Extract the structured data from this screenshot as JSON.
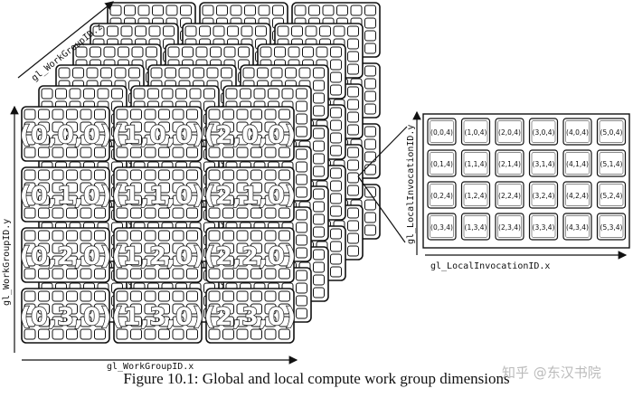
{
  "axes": {
    "workgroup_z": "gl_WorkGroupID.z",
    "workgroup_y": "gl_WorkGroupID.y",
    "workgroup_x": "gl_WorkGroupID.x",
    "local_y": "gl_LocalInvocationID.y",
    "local_x": "gl_LocalInvocationID.x"
  },
  "workgroups": [
    [
      "(0,0,0)",
      "(1,0,0)",
      "(2,0,0)"
    ],
    [
      "(0,1,0)",
      "(1,1,0)",
      "(2,1,0)"
    ],
    [
      "(0,2,0)",
      "(1,2,0)",
      "(2,2,0)"
    ],
    [
      "(0,3,0)",
      "(1,3,0)",
      "(2,3,0)"
    ]
  ],
  "local_invocations": [
    [
      "(0,0,4)",
      "(1,0,4)",
      "(2,0,4)",
      "(3,0,4)",
      "(4,0,4)",
      "(5,0,4)"
    ],
    [
      "(0,1,4)",
      "(1,1,4)",
      "(2,1,4)",
      "(3,1,4)",
      "(4,1,4)",
      "(5,1,4)"
    ],
    [
      "(0,2,4)",
      "(1,2,4)",
      "(2,2,4)",
      "(3,2,4)",
      "(4,2,4)",
      "(5,2,4)"
    ],
    [
      "(0,3,4)",
      "(1,3,4)",
      "(2,3,4)",
      "(3,3,4)",
      "(4,3,4)",
      "(5,3,4)"
    ]
  ],
  "caption": "Figure 10.1: Global and local compute work group dimensions",
  "watermark": "知乎 @东汉书院"
}
